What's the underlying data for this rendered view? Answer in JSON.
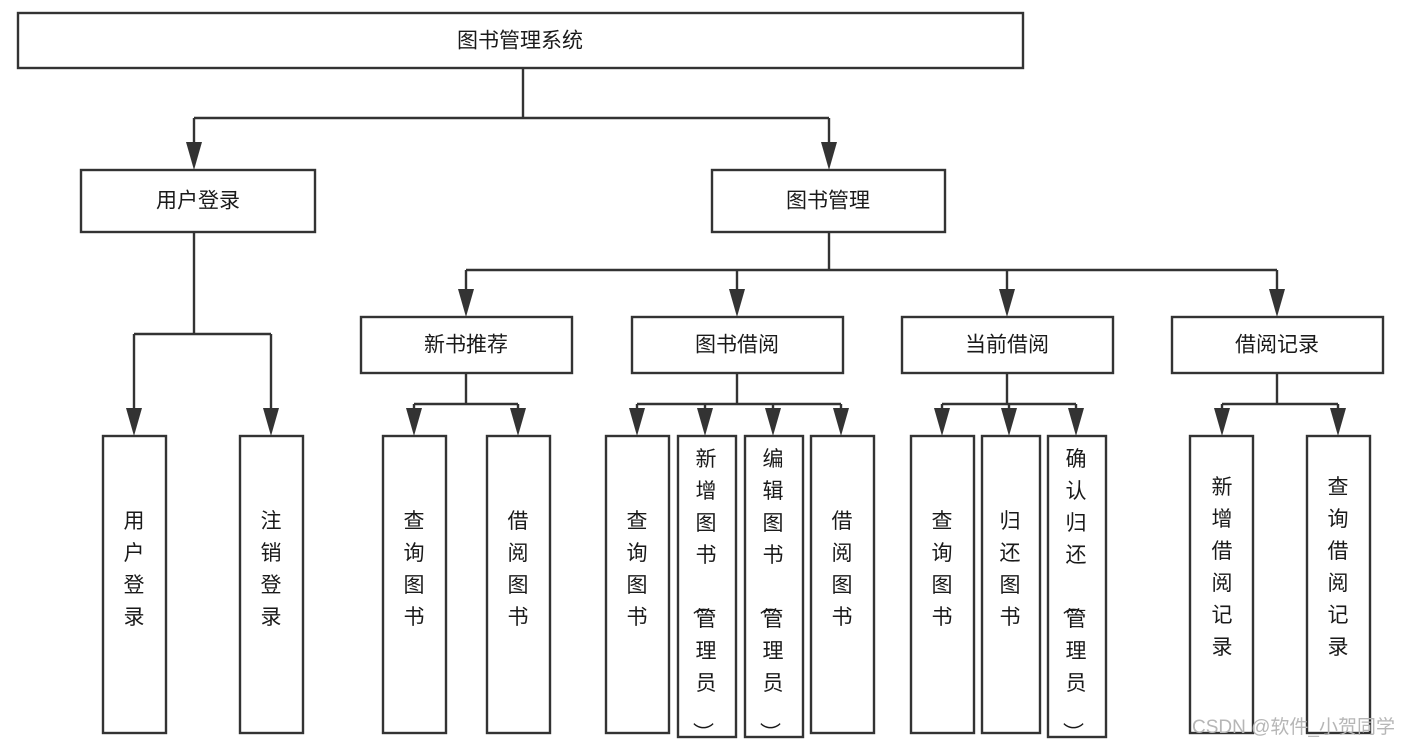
{
  "diagram": {
    "title": "图书管理系统",
    "type": "hierarchy-tree",
    "orientation": "top-down",
    "colors": {
      "box_stroke": "#333333",
      "box_fill": "#ffffff",
      "text": "#1a1a1a",
      "background": "#ffffff",
      "watermark": "#b6b6b6"
    },
    "levels": {
      "root": {
        "label": "图书管理系统"
      },
      "level2": [
        {
          "label": "用户登录"
        },
        {
          "label": "图书管理"
        }
      ],
      "level3": [
        {
          "label": "新书推荐"
        },
        {
          "label": "图书借阅"
        },
        {
          "label": "当前借阅"
        },
        {
          "label": "借阅记录"
        }
      ],
      "leaves": [
        {
          "label": "用户登录",
          "parent": "用户登录"
        },
        {
          "label": "注销登录",
          "parent": "用户登录"
        },
        {
          "label": "查询图书",
          "parent": "新书推荐"
        },
        {
          "label": "借阅图书",
          "parent": "新书推荐"
        },
        {
          "label": "查询图书",
          "parent": "图书借阅"
        },
        {
          "label": "新增图书（管理员）",
          "parent": "图书借阅"
        },
        {
          "label": "编辑图书（管理员）",
          "parent": "图书借阅"
        },
        {
          "label": "借阅图书",
          "parent": "图书借阅"
        },
        {
          "label": "查询图书",
          "parent": "当前借阅"
        },
        {
          "label": "归还图书",
          "parent": "当前借阅"
        },
        {
          "label": "确认归还（管理员）",
          "parent": "当前借阅"
        },
        {
          "label": "新增借阅记录",
          "parent": "借阅记录"
        },
        {
          "label": "查询借阅记录",
          "parent": "借阅记录"
        }
      ]
    },
    "nodes": {
      "root": "图书管理系统",
      "n_user_login": "用户登录",
      "n_book_manage": "图书管理",
      "n_new_book_rec": "新书推荐",
      "n_book_borrow": "图书借阅",
      "n_current_borrow": "当前借阅",
      "n_borrow_record": "借阅记录",
      "leaf_user_login": "用户登录",
      "leaf_logout": "注销登录",
      "leaf_query_book_1": "查询图书",
      "leaf_borrow_book_1": "借阅图书",
      "leaf_query_book_2": "查询图书",
      "leaf_add_book": "新增图书（管理员）",
      "leaf_edit_book": "编辑图书（管理员）",
      "leaf_borrow_book_2": "借阅图书",
      "leaf_query_book_3": "查询图书",
      "leaf_return_book": "归还图书",
      "leaf_confirm_return": "确认归还（管理员）",
      "leaf_add_record": "新增借阅记录",
      "leaf_query_record": "查询借阅记录"
    }
  },
  "watermark": {
    "text": "CSDN @软件_小贺同学"
  }
}
